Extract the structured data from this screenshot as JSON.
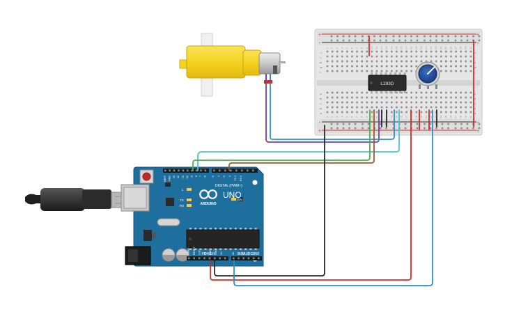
{
  "ic": {
    "label": "L293D"
  },
  "arduino": {
    "logo_text": "ARDUINO",
    "model": "UNO",
    "digital_header": "DIGITAL (PWM~)",
    "power_label": "POWER",
    "analog_label": "ANALOG IN",
    "on_label": "ON",
    "l_label": "L",
    "tx_label": "TX",
    "rx_label": "RX",
    "power_pins": [
      "IOREF",
      "RESET",
      "3.3V",
      "5V",
      "GND",
      "GND",
      "Vin"
    ],
    "analog_pins": [
      "A0",
      "A1",
      "A2",
      "A3",
      "A4",
      "A5"
    ],
    "digital_pins": [
      "AREF",
      "GND",
      "13",
      "12",
      "~11",
      "~10",
      "~9",
      "8",
      "7",
      "~6",
      "~5",
      "4",
      "~3",
      "2",
      "TX 1",
      "RX 0"
    ]
  },
  "breadboard": {
    "plus": "+",
    "minus": "-",
    "row_letters_top": [
      "j",
      "i",
      "h",
      "g",
      "f"
    ],
    "row_letters_bottom": [
      "e",
      "d",
      "c",
      "b",
      "a"
    ],
    "column_numbers": [
      "1",
      "2",
      "3",
      "4",
      "5",
      "6",
      "7",
      "8",
      "9",
      "10",
      "11",
      "12",
      "13",
      "14",
      "15",
      "16",
      "17",
      "18",
      "19",
      "20",
      "21",
      "22",
      "23",
      "24",
      "25",
      "26",
      "27",
      "28",
      "29",
      "30"
    ]
  },
  "colors": {
    "board_blue": "#1f6f9e",
    "breadboard": "#e7e7e7",
    "motor_yellow": "#f6d321",
    "wire_red": "#d42a2a",
    "wire_black": "#2a2a2a",
    "wire_blue": "#2c8fd0",
    "wire_cyan": "#4ec3d8",
    "wire_green": "#4caf50",
    "wire_brown": "#9a5c2a",
    "wire_purple": "#7b3fa3"
  }
}
